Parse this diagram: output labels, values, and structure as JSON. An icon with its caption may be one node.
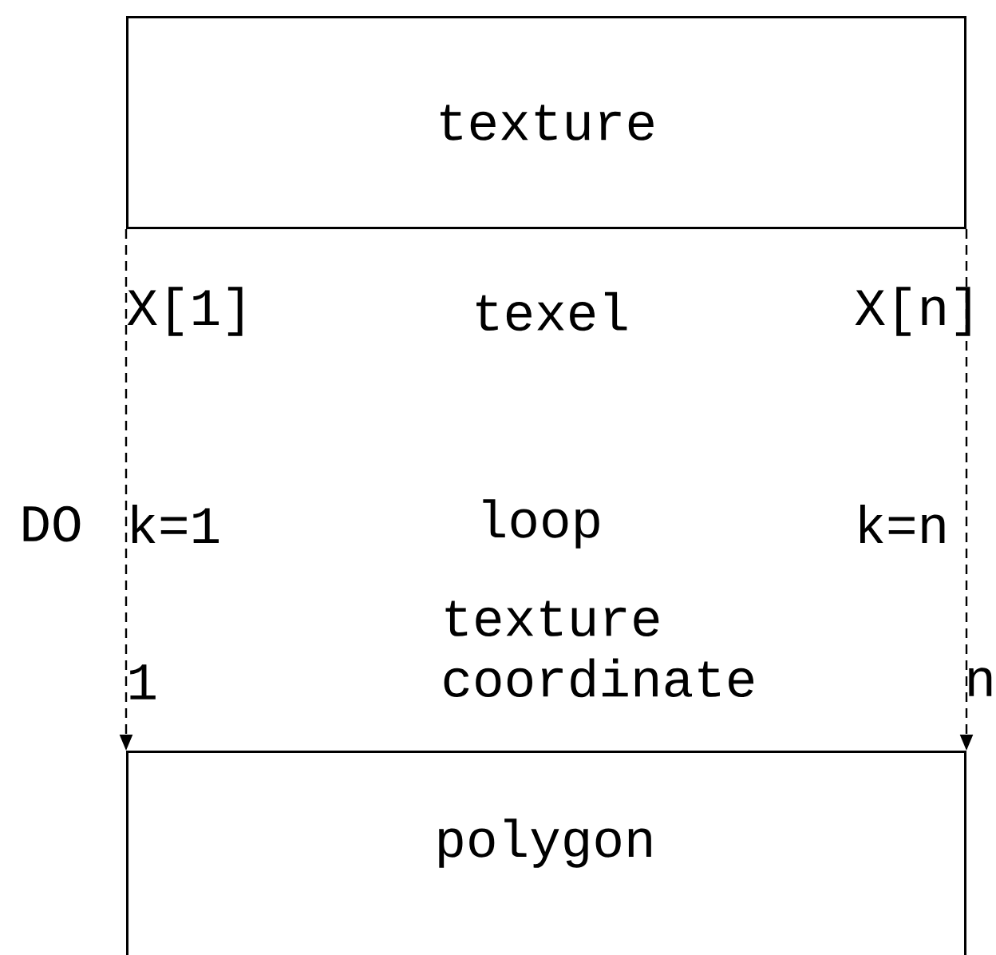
{
  "diagram": {
    "nodes": [
      {
        "text": [
          "texture"
        ]
      },
      {
        "text": [
          "polygon"
        ]
      }
    ],
    "edges": [
      {
        "from": 0,
        "to": 1,
        "arrow": "to",
        "style": "dashed"
      },
      {
        "from": 0,
        "to": 1,
        "arrow": "to",
        "style": "dashed"
      }
    ],
    "labels": [
      "X[1]",
      "texel",
      "X[n]",
      "DO",
      "k=1",
      "loop",
      "k=n",
      "texture coordinate",
      "1",
      "n"
    ]
  }
}
